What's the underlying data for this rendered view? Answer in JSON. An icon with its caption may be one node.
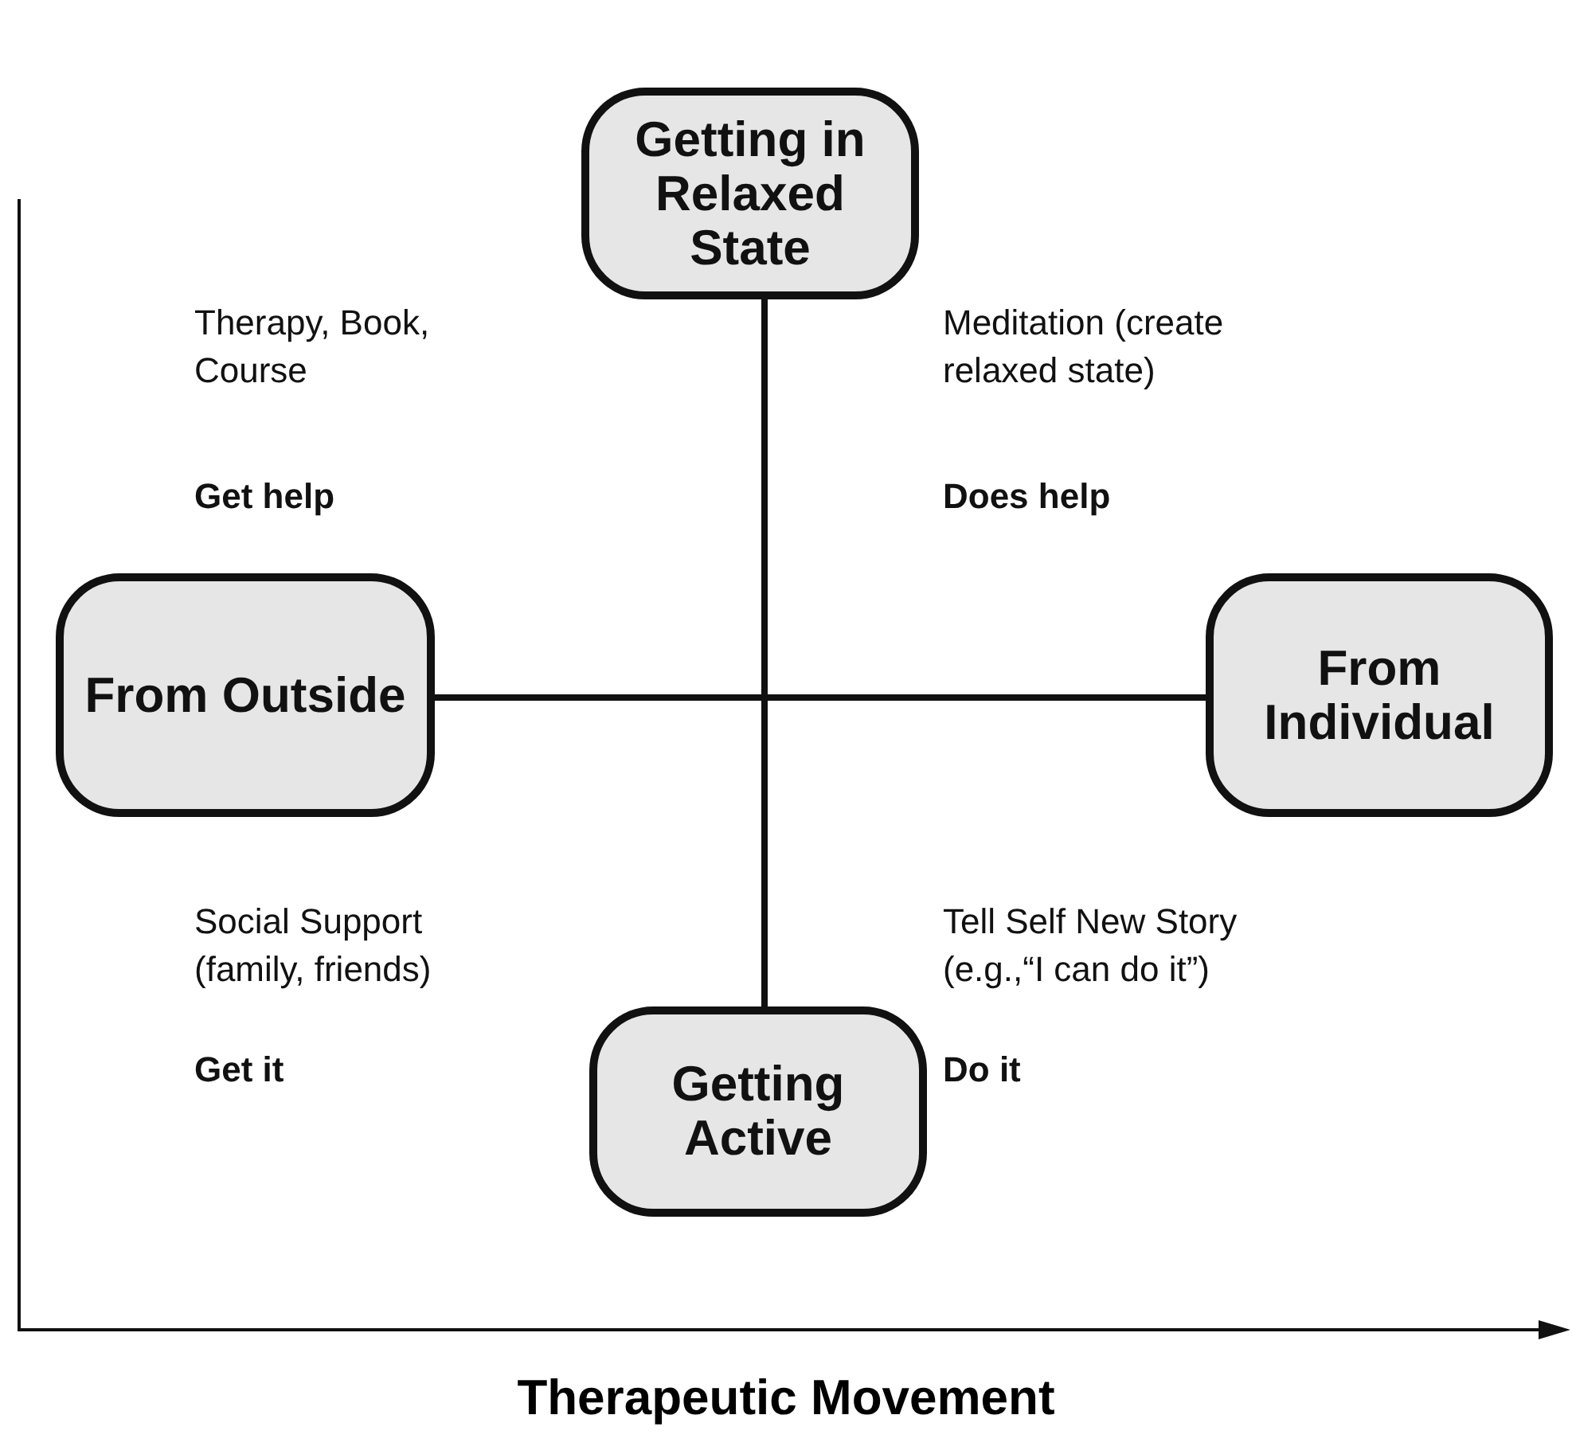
{
  "diagram": {
    "caption": "Therapeutic Movement",
    "nodes": [
      {
        "text": [
          "Getting in Relaxed State"
        ]
      },
      {
        "text": [
          "From Outside"
        ]
      },
      {
        "text": [
          "From Individual"
        ]
      },
      {
        "text": [
          "Getting Active"
        ]
      }
    ],
    "edges": [
      {
        "from": 0,
        "to": 3,
        "arrow": "none"
      },
      {
        "from": 1,
        "to": 2,
        "arrow": "none"
      }
    ],
    "labels": [
      "Therapy, Book, Course",
      "Meditation (create relaxed state)",
      "Get help",
      "Does help",
      "Social Support (family, friends)",
      "Tell Self New Story (e.g.,“I can do it”)",
      "Get it",
      "Do it"
    ]
  }
}
